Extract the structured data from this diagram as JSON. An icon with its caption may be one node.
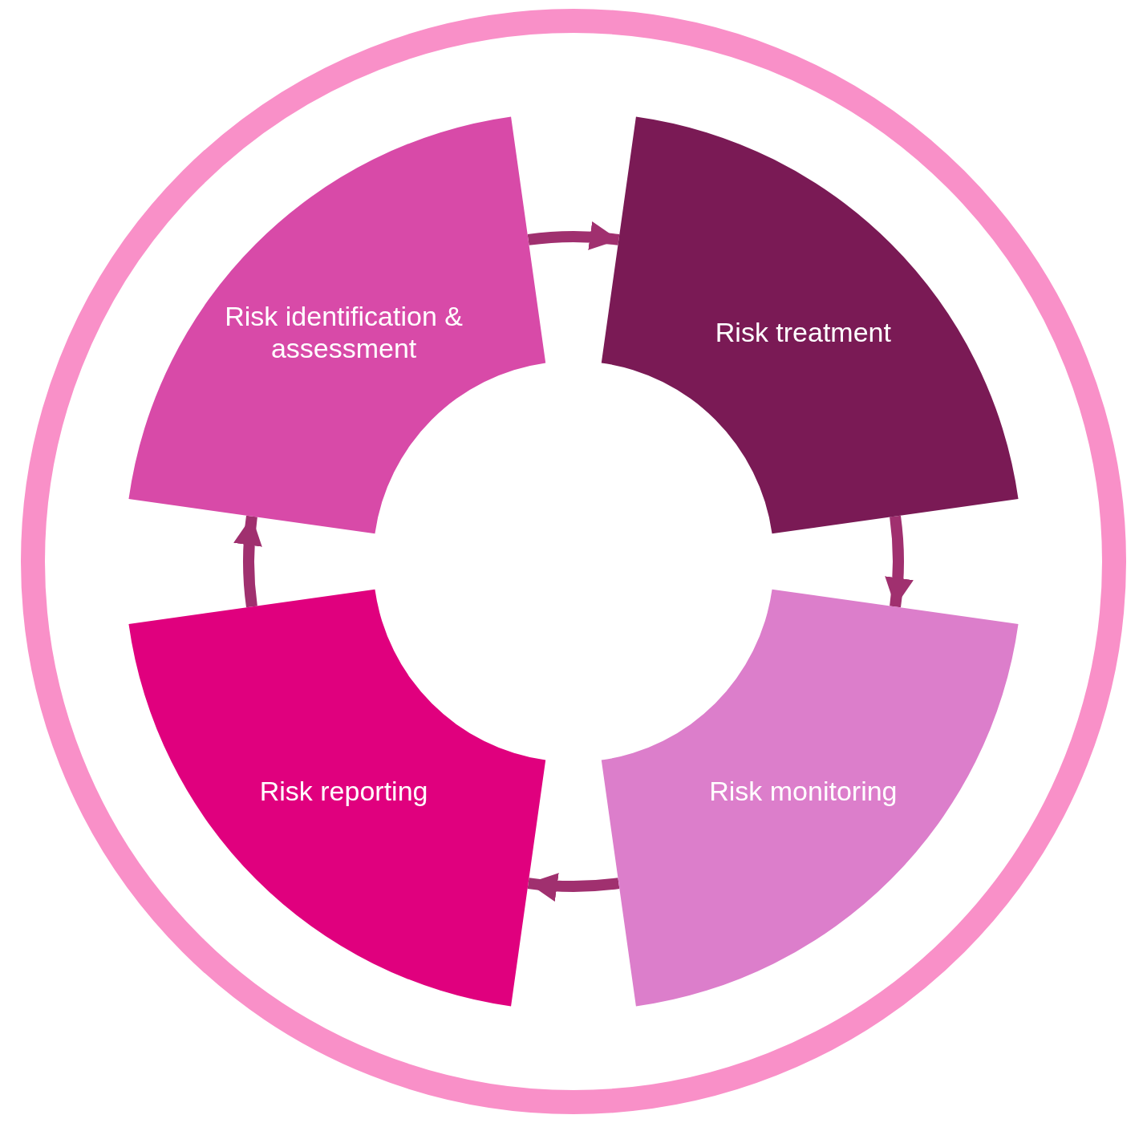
{
  "diagram": {
    "nodes": [
      {
        "text": [],
        "shape": "circle"
      },
      {
        "text": [
          "Risk identification & assessment"
        ],
        "in": 0
      },
      {
        "text": [
          "Risk treatment"
        ],
        "in": 0
      },
      {
        "text": [
          "Risk monitoring"
        ],
        "in": 0
      },
      {
        "text": [
          "Risk reporting"
        ],
        "in": 0
      }
    ],
    "edges": [
      {
        "from": 1,
        "to": 2,
        "arrow": "to"
      },
      {
        "from": 2,
        "to": 3,
        "arrow": "to"
      },
      {
        "from": 3,
        "to": 4,
        "arrow": "to"
      },
      {
        "from": 4,
        "to": 1,
        "arrow": "to"
      }
    ]
  }
}
